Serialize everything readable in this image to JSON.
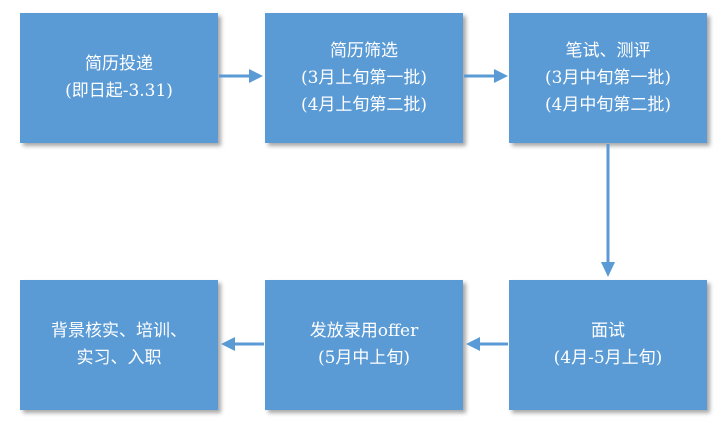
{
  "steps": [
    {
      "lines": [
        "简历投递",
        "(即日起-3.31)"
      ]
    },
    {
      "lines": [
        "简历筛选",
        "(3月上旬第一批)",
        "(4月上旬第二批)"
      ]
    },
    {
      "lines": [
        "笔试、测评",
        "(3月中旬第一批)",
        "(4月中旬第二批)"
      ]
    },
    {
      "lines": [
        "背景核实、培训、",
        "实习、入职"
      ]
    },
    {
      "lines": [
        "发放录用offer",
        "(5月中上旬)"
      ]
    },
    {
      "lines": [
        "面试",
        "(4月-5月上旬)"
      ]
    }
  ],
  "colors": {
    "box_fill": "#5b9bd5",
    "arrow": "#5b9bd5",
    "text": "#ffffff"
  }
}
